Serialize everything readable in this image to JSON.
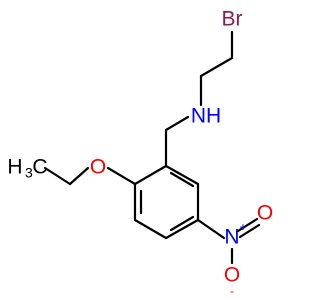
{
  "molecule": {
    "colors": {
      "bond": "#000000",
      "carbon_hydrogen": "#000000",
      "bromine": "#8b1a55",
      "nitrogen": "#0000ff",
      "oxygen": "#ff0000"
    },
    "atoms": {
      "bromine": "Br",
      "amine_nitrogen": "NH",
      "ethoxy_oxygen": "O",
      "methyl_carbon": "H",
      "methyl_subscript": "3",
      "methyl_c": "C",
      "nitro_nitrogen": "N",
      "nitro_nitrogen_charge": "+",
      "nitro_oxygen_top": "O",
      "nitro_oxygen_bottom": "O",
      "nitro_oxygen_bottom_charge": "-"
    }
  }
}
